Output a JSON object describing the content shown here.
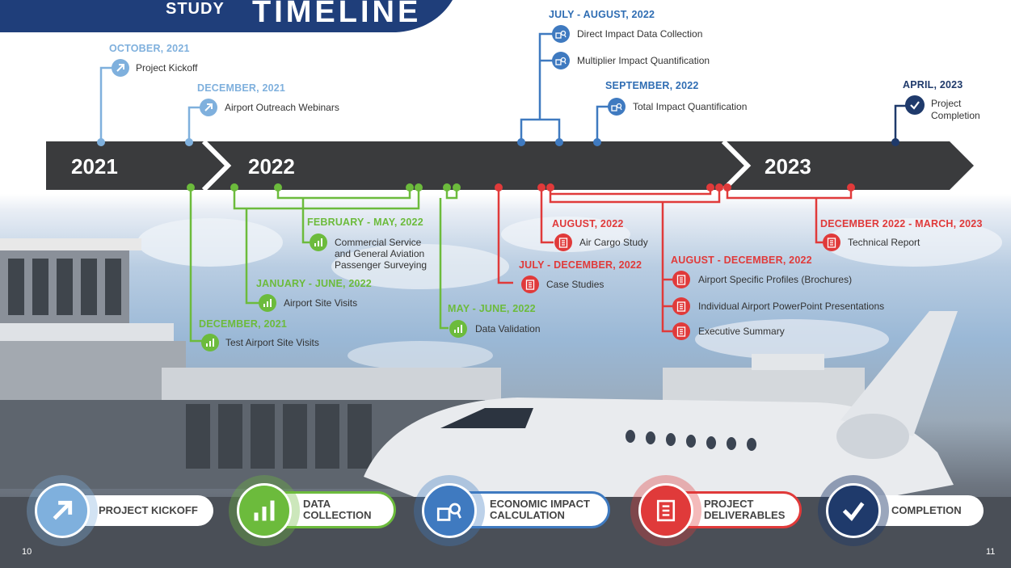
{
  "header": {
    "prefix": "STUDY",
    "title": "TIMELINE"
  },
  "years": {
    "y2021": "2021",
    "y2022": "2022",
    "y2023": "2023"
  },
  "events": {
    "oct2021": {
      "date": "OCTOBER, 2021",
      "label": "Project Kickoff"
    },
    "dec2021a": {
      "date": "DECEMBER, 2021",
      "label": "Airport Outreach Webinars"
    },
    "julaug2022": {
      "date": "JULY - AUGUST, 2022",
      "label1": "Direct Impact Data Collection",
      "label2": "Multiplier Impact Quantification"
    },
    "sep2022": {
      "date": "SEPTEMBER, 2022",
      "label": "Total Impact Quantification"
    },
    "apr2023": {
      "date": "APRIL, 2023",
      "label_line1": "Project",
      "label_line2": "Completion"
    },
    "febmay2022": {
      "date": "FEBRUARY - MAY, 2022",
      "label_line1": "Commercial Service",
      "label_line2": "and General Aviation",
      "label_line3": "Passenger Surveying"
    },
    "janjun2022": {
      "date": "JANUARY - JUNE, 2022",
      "label": "Airport Site Visits"
    },
    "dec2021b": {
      "date": "DECEMBER, 2021",
      "label": "Test Airport Site Visits"
    },
    "mayjun2022": {
      "date": "MAY - JUNE, 2022",
      "label": "Data Validation"
    },
    "aug2022": {
      "date": "AUGUST, 2022",
      "label": "Air Cargo Study"
    },
    "juldec2022": {
      "date": "JULY - DECEMBER, 2022",
      "label": "Case Studies"
    },
    "augdec2022": {
      "date": "AUGUST - DECEMBER, 2022",
      "label1": "Airport Specific Profiles (Brochures)",
      "label2": "Individual Airport PowerPoint Presentations",
      "label3": "Executive Summary"
    },
    "dec2022mar2023": {
      "date": "DECEMBER 2022 - MARCH, 2023",
      "label": "Technical Report"
    }
  },
  "legend": {
    "kickoff": "PROJECT KICKOFF",
    "data_line1": "DATA",
    "data_line2": "COLLECTION",
    "econ_line1": "ECONOMIC IMPACT",
    "econ_line2": "CALCULATION",
    "deliv_line1": "PROJECT",
    "deliv_line2": "DELIVERABLES",
    "completion": "COMPLETION"
  },
  "page_numbers": {
    "left": "10",
    "right": "11"
  },
  "colors": {
    "kickoff": "#7fb0dd",
    "data": "#6cbb3c",
    "economic": "#3f7ac0",
    "deliverables": "#e03a3a",
    "completion": "#1f3a6b",
    "arrow": "#3a3b3d"
  },
  "icons": {
    "kickoff": "arrow-up-right-icon",
    "data": "bar-chart-icon",
    "economic": "building-magnifier-icon",
    "deliverables": "document-list-icon",
    "completion": "checkmark-icon"
  }
}
